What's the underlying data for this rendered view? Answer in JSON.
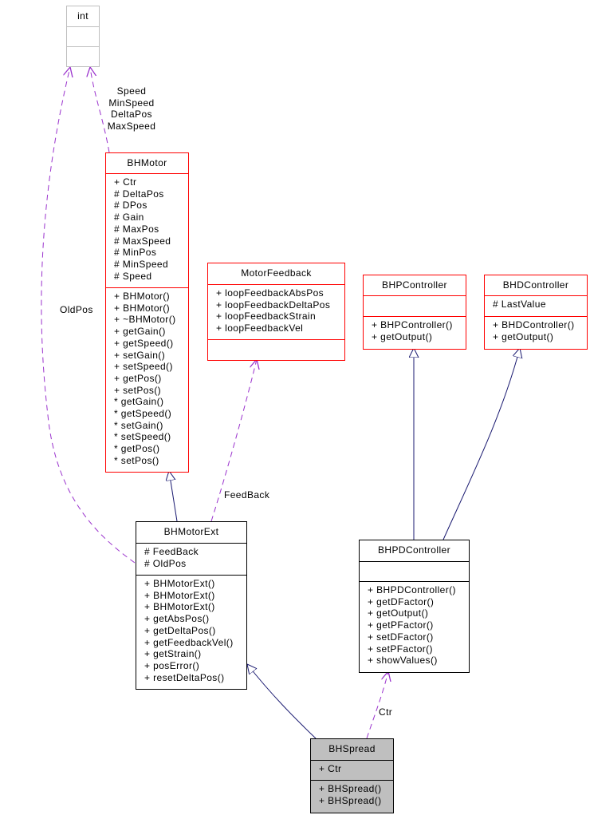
{
  "classes": {
    "int": {
      "name": "int",
      "attributes": [],
      "methods": []
    },
    "BHMotor": {
      "name": "BHMotor",
      "attributes": [
        "+ Ctr",
        "# DeltaPos",
        "# DPos",
        "# Gain",
        "# MaxPos",
        "# MaxSpeed",
        "# MinPos",
        "# MinSpeed",
        "# Speed"
      ],
      "methods": [
        "+ BHMotor()",
        "+ BHMotor()",
        "+ ~BHMotor()",
        "+ getGain()",
        "+ getSpeed()",
        "+ setGain()",
        "+ setSpeed()",
        "+ getPos()",
        "+ setPos()",
        "* getGain()",
        "* getSpeed()",
        "* setGain()",
        "* setSpeed()",
        "* getPos()",
        "* setPos()"
      ]
    },
    "MotorFeedback": {
      "name": "MotorFeedback",
      "attributes": [
        "+ loopFeedbackAbsPos",
        "+ loopFeedbackDeltaPos",
        "+ loopFeedbackStrain",
        "+ loopFeedbackVel"
      ],
      "methods": []
    },
    "BHPController": {
      "name": "BHPController",
      "attributes": [],
      "methods": [
        "+ BHPController()",
        "+ getOutput()"
      ]
    },
    "BHDController": {
      "name": "BHDController",
      "attributes": [
        "# LastValue"
      ],
      "methods": [
        "+ BHDController()",
        "+ getOutput()"
      ]
    },
    "BHMotorExt": {
      "name": "BHMotorExt",
      "attributes": [
        "# FeedBack",
        "# OldPos"
      ],
      "methods": [
        "+ BHMotorExt()",
        "+ BHMotorExt()",
        "+ BHMotorExt()",
        "+ getAbsPos()",
        "+ getDeltaPos()",
        "+ getFeedbackVel()",
        "+ getStrain()",
        "+ posError()",
        "+ resetDeltaPos()"
      ]
    },
    "BHPDController": {
      "name": "BHPDController",
      "attributes": [],
      "methods": [
        "+ BHPDController()",
        "+ getDFactor()",
        "+ getOutput()",
        "+ getPFactor()",
        "+ setDFactor()",
        "+ setPFactor()",
        "+ showValues()"
      ]
    },
    "BHSpread": {
      "name": "BHSpread",
      "attributes": [
        "+ Ctr"
      ],
      "methods": [
        "+ BHSpread()",
        "+ BHSpread()"
      ]
    }
  },
  "edge_labels": {
    "motor_int": [
      "Speed",
      "MinSpeed",
      "DeltaPos",
      "MaxSpeed"
    ],
    "motorext_int": "OldPos",
    "motorext_feedback": "FeedBack",
    "spread_pd": "Ctr"
  },
  "colors": {
    "inheritance": "#191970",
    "usage": "#9a32cd",
    "class_border": "#ff0000",
    "focus_fill": "#bfbfbf"
  }
}
